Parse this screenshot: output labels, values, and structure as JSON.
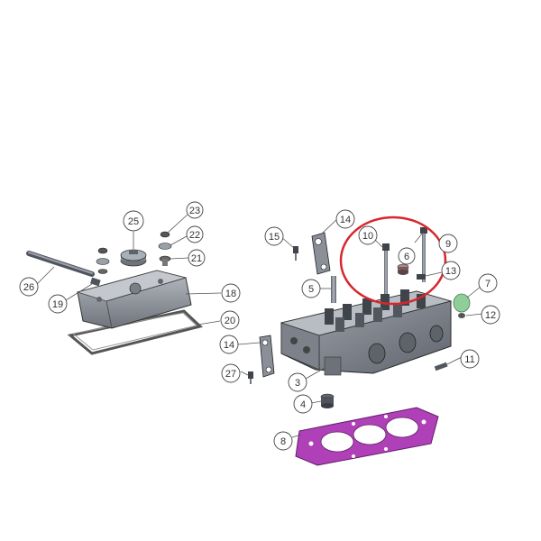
{
  "diagram": {
    "callouts": [
      {
        "id": "c3",
        "label": "3"
      },
      {
        "id": "c4",
        "label": "4"
      },
      {
        "id": "c5",
        "label": "5"
      },
      {
        "id": "c6",
        "label": "6"
      },
      {
        "id": "c7",
        "label": "7"
      },
      {
        "id": "c8",
        "label": "8"
      },
      {
        "id": "c9",
        "label": "9"
      },
      {
        "id": "c10",
        "label": "10"
      },
      {
        "id": "c11",
        "label": "11"
      },
      {
        "id": "c12",
        "label": "12"
      },
      {
        "id": "c13",
        "label": "13"
      },
      {
        "id": "c14a",
        "label": "14"
      },
      {
        "id": "c14b",
        "label": "14"
      },
      {
        "id": "c15",
        "label": "15"
      },
      {
        "id": "c18",
        "label": "18"
      },
      {
        "id": "c19",
        "label": "19"
      },
      {
        "id": "c20",
        "label": "20"
      },
      {
        "id": "c21",
        "label": "21"
      },
      {
        "id": "c22",
        "label": "22"
      },
      {
        "id": "c23",
        "label": "23"
      },
      {
        "id": "c25",
        "label": "25"
      },
      {
        "id": "c26",
        "label": "26"
      },
      {
        "id": "c27",
        "label": "27"
      }
    ],
    "colors": {
      "highlight_ring": "#d9262c",
      "gasket": "#b040b8",
      "plug_green": "#8fce9a",
      "part_gray": "#8a8f98",
      "part_dark": "#5d626b",
      "outline": "#2b2b2b"
    }
  }
}
